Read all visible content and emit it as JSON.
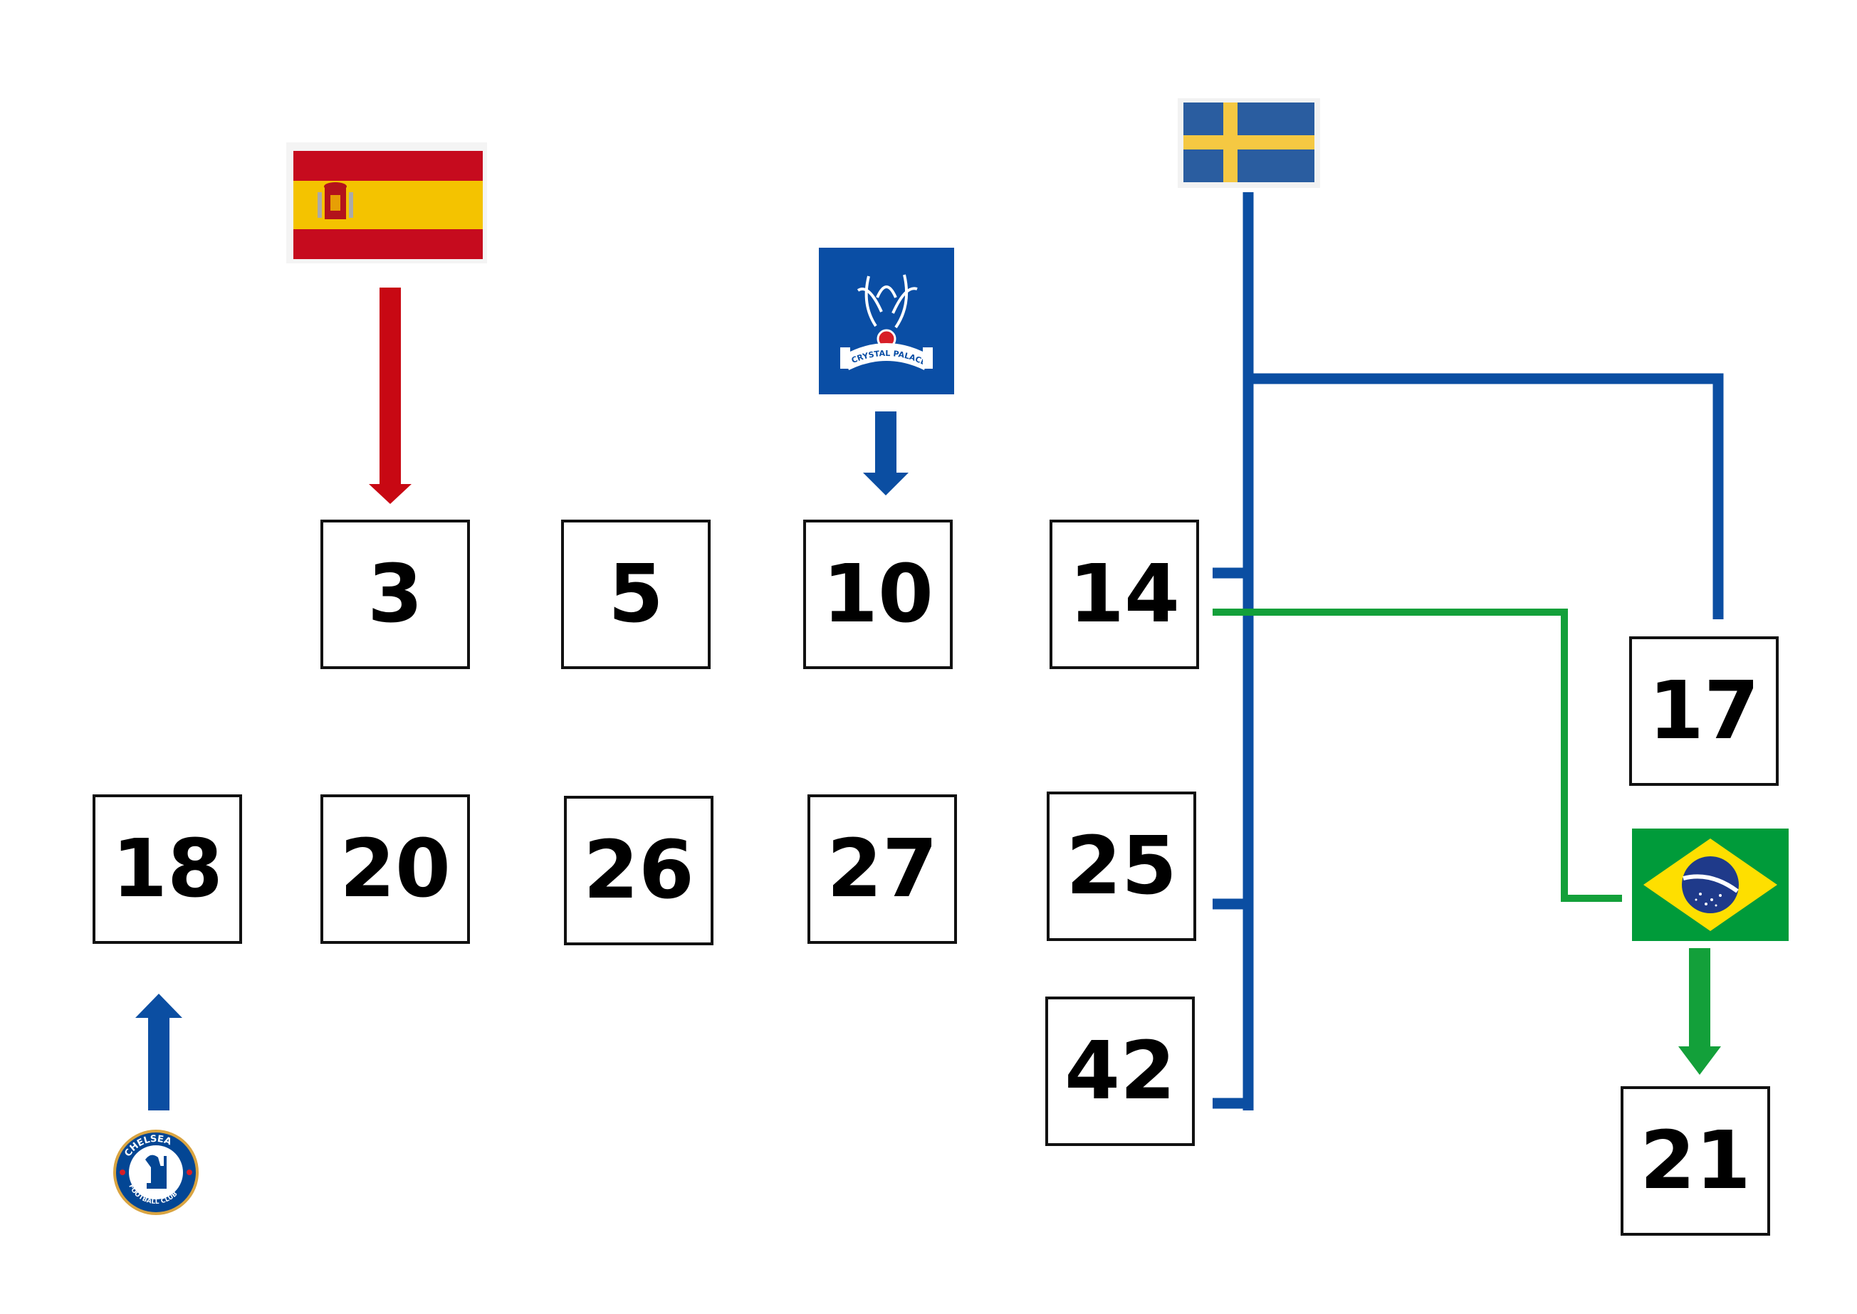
{
  "numbers": {
    "n3": "3",
    "n5": "5",
    "n10": "10",
    "n14": "14",
    "n17": "17",
    "n18": "18",
    "n20": "20",
    "n26": "26",
    "n27": "27",
    "n25": "25",
    "n42": "42",
    "n21": "21"
  },
  "logos": {
    "crystal_palace": "CRYSTAL PALACE F.C.",
    "chelsea_top": "CHELSEA",
    "chelsea_bottom": "FOOTBALL CLUB"
  },
  "colors": {
    "red_arrow": "#c80813",
    "blue_line": "#0b4ea2",
    "green_line": "#13a03a",
    "spain_red": "#c60b1e",
    "spain_yellow": "#f4c300",
    "sweden_blue": "#2a5da0",
    "sweden_yellow": "#f5c842",
    "brazil_green": "#009b3a",
    "brazil_yellow": "#fedf00",
    "brazil_blue": "#1f3a8a",
    "palace_blue": "#0a4ea5",
    "chelsea_blue": "#034694"
  }
}
